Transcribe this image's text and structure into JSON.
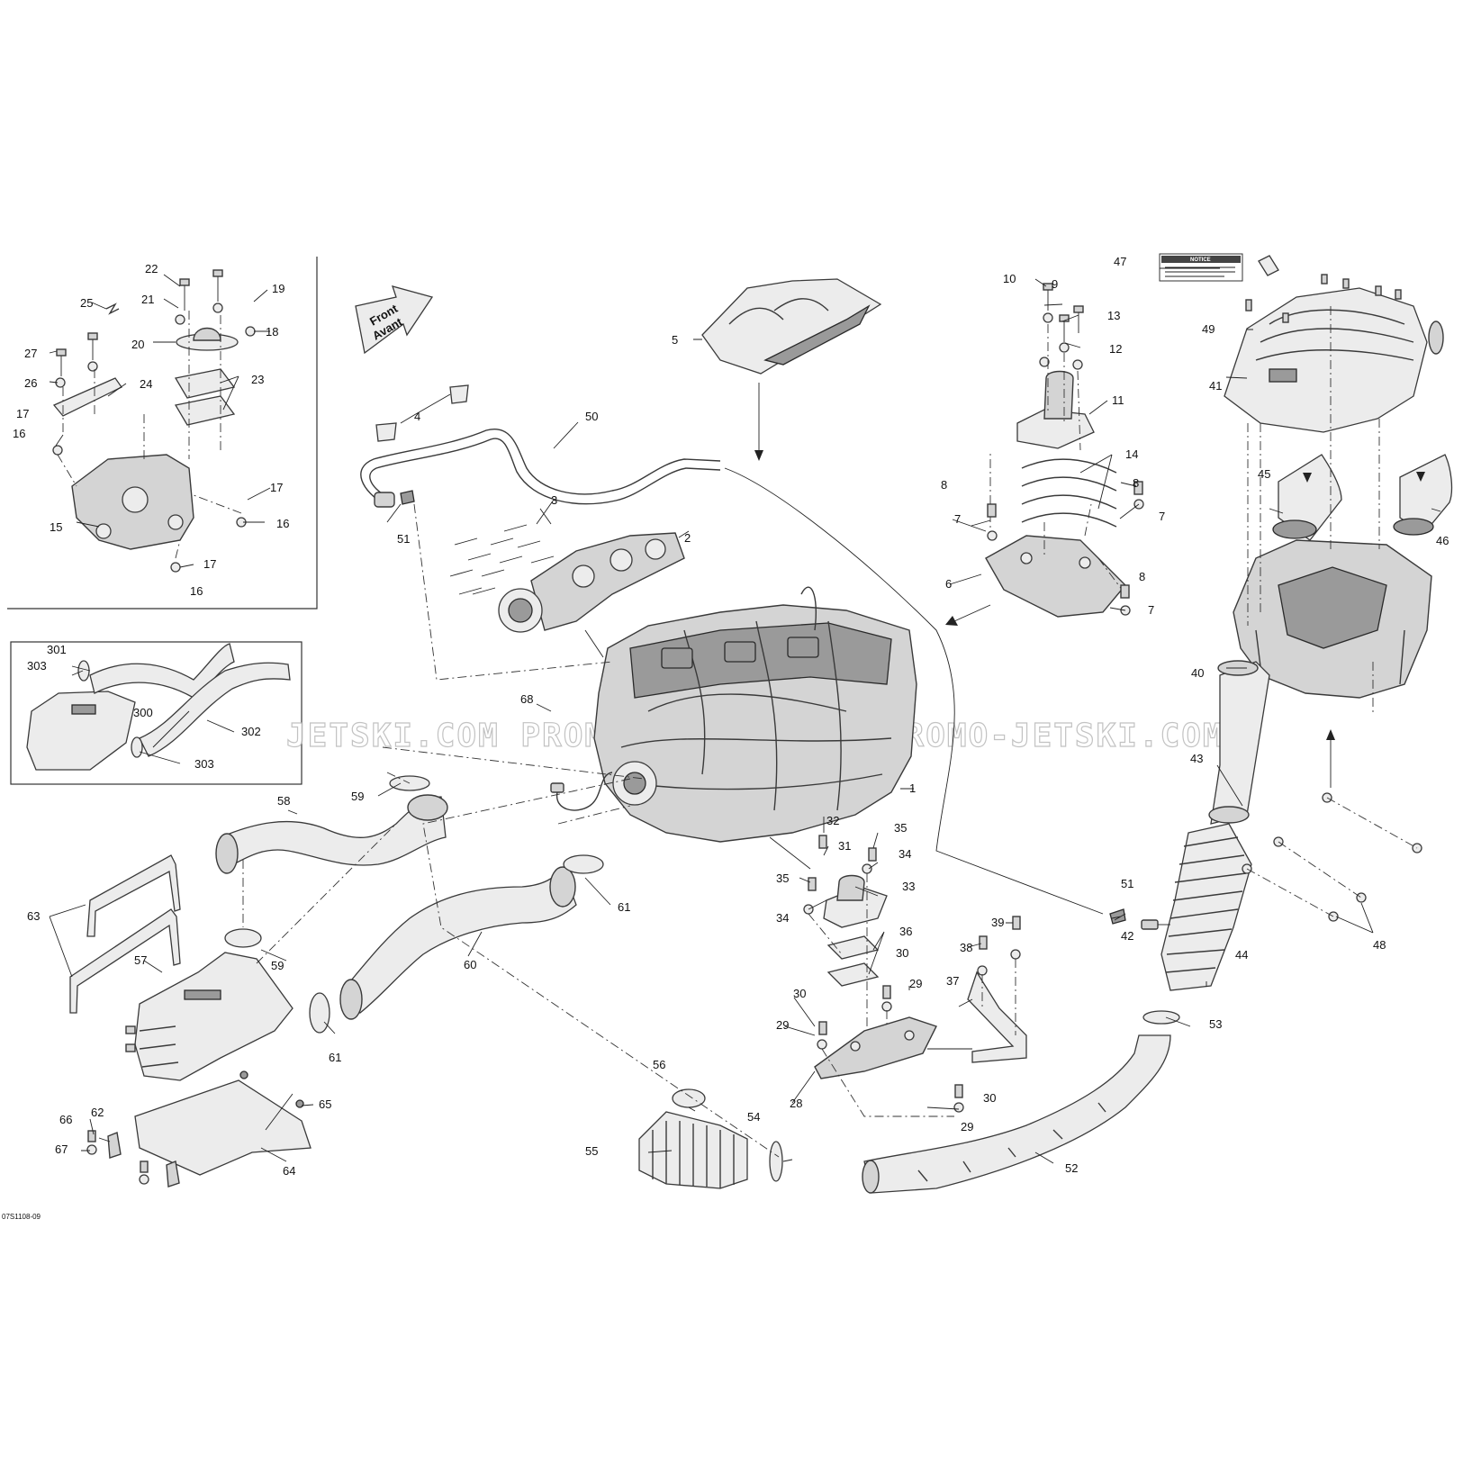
{
  "drawing_code": "07S1108-09",
  "watermark": "JETSKI.COM   PROMO-JETSKI.COM   PROMO-JETSKI.COM",
  "front_arrow": {
    "line1": "Front",
    "line2": "Avant"
  },
  "notice_label": {
    "title": "NOTICE"
  },
  "callouts": [
    "1",
    "2",
    "3",
    "4",
    "5",
    "6",
    "7",
    "8",
    "9",
    "10",
    "11",
    "12",
    "13",
    "14",
    "15",
    "16",
    "17",
    "18",
    "19",
    "20",
    "21",
    "22",
    "23",
    "24",
    "25",
    "26",
    "27",
    "28",
    "29",
    "30",
    "31",
    "32",
    "33",
    "34",
    "35",
    "36",
    "37",
    "38",
    "39",
    "40",
    "41",
    "42",
    "43",
    "44",
    "45",
    "46",
    "47",
    "48",
    "49",
    "50",
    "51",
    "52",
    "53",
    "54",
    "55",
    "56",
    "57",
    "58",
    "59",
    "60",
    "61",
    "62",
    "63",
    "64",
    "65",
    "66",
    "67",
    "68",
    "300",
    "301",
    "302",
    "303"
  ]
}
